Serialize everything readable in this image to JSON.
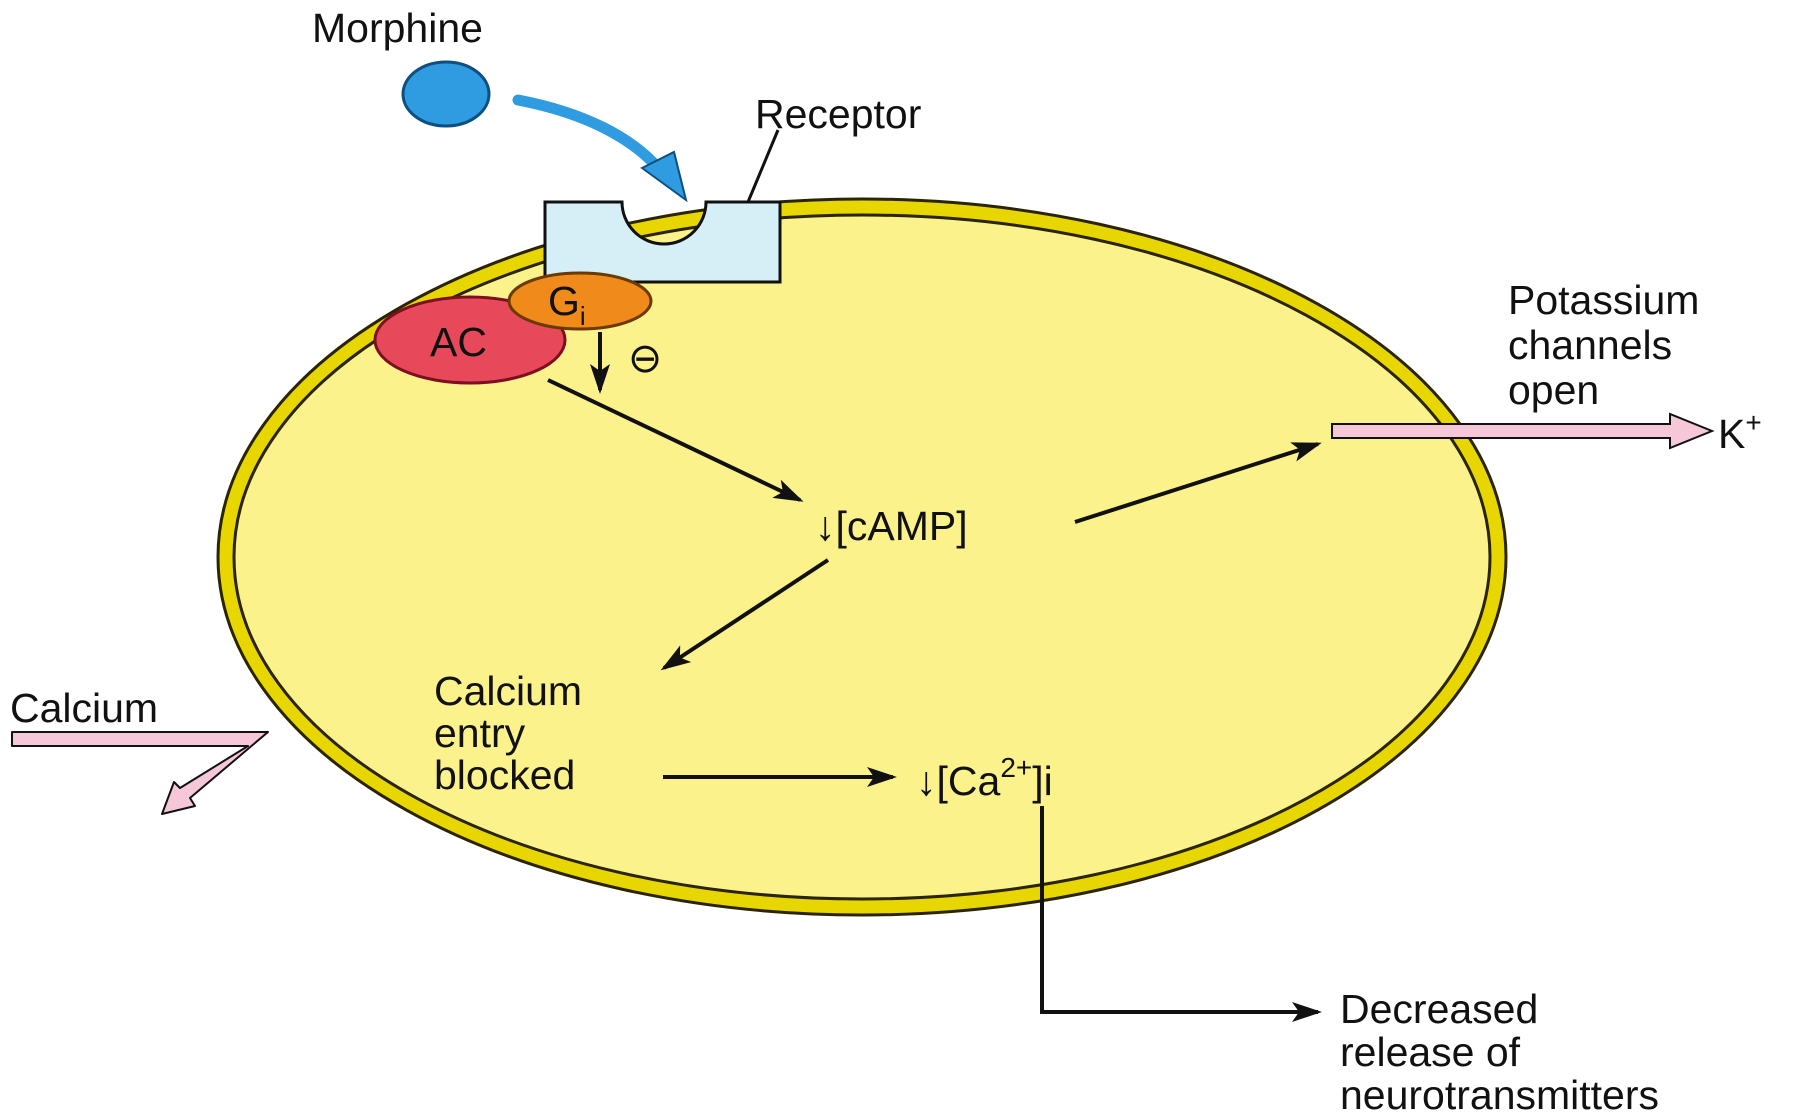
{
  "labels": {
    "morphine": "Morphine",
    "receptor": "Receptor",
    "gi_main": "G",
    "gi_sub": "i",
    "ac": "AC",
    "inhibit": "⊖",
    "camp": "↓[cAMP]",
    "potassium": [
      "Potassium",
      "channels",
      "open"
    ],
    "k_main": "K",
    "k_sup": "+",
    "calcium": "Calcium",
    "calcium_blocked": [
      "Calcium",
      "entry",
      "blocked"
    ],
    "ca_prefix": "↓[Ca",
    "ca_sup": "2+",
    "ca_suffix": "]i",
    "decreased": [
      "Decreased",
      "release of",
      "neurotransmitters"
    ]
  },
  "colors": {
    "cell_fill": "#fbf28c",
    "membrane": "#e8d600",
    "morphine": "#2f9be0",
    "receptor": "#d6eef6",
    "gi": "#f08a1a",
    "ac": "#e8495a",
    "ion_arrow": "#f6c7d8"
  }
}
